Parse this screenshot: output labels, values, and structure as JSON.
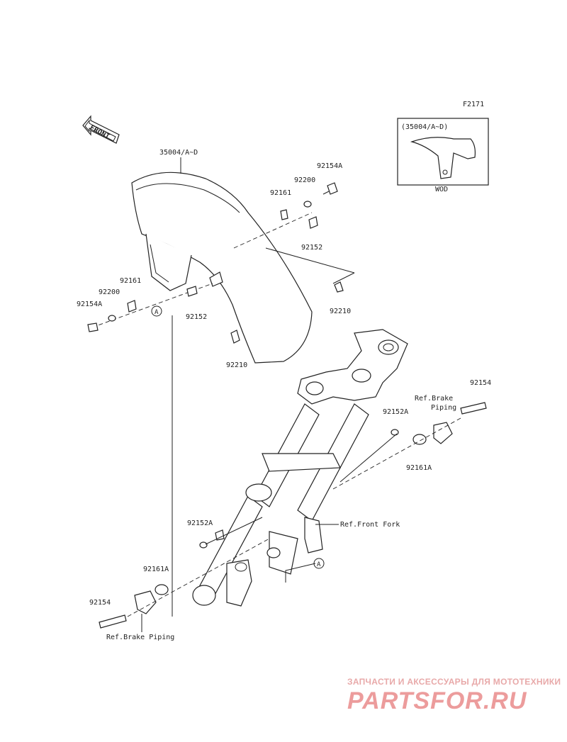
{
  "diagram_code": "F2171",
  "front_label": "FRONT",
  "inset": {
    "ref": "(35004/A~D)",
    "caption": "WOD"
  },
  "labels": {
    "fender": "35004/A~D",
    "bolt_right_top": "92154A",
    "washer_right_top": "92200",
    "nut_right_top": "92161",
    "collar_right_top": "92152",
    "clip_right": "92210",
    "nut_left": "92161",
    "washer_left": "92200",
    "bolt_left": "92154A",
    "collar_left": "92152",
    "clip_left": "92210",
    "bolt_right_lower": "92154",
    "brake_piping_right": "Ref.Brake\nPiping",
    "collar_right_lower": "92152A",
    "nut_right_lower": "92161A",
    "front_fork_ref": "Ref.Front Fork",
    "collar_left_lower": "92152A",
    "nut_left_lower": "92161A",
    "bolt_left_lower": "92154",
    "brake_piping_left": "Ref.Brake Piping",
    "ref_a": "A"
  },
  "watermark": {
    "tagline": "ЗАПЧАСТИ И АКСЕССУАРЫ ДЛЯ МОТОТЕХНИКИ",
    "logo": "PARTSFOR.RU"
  }
}
